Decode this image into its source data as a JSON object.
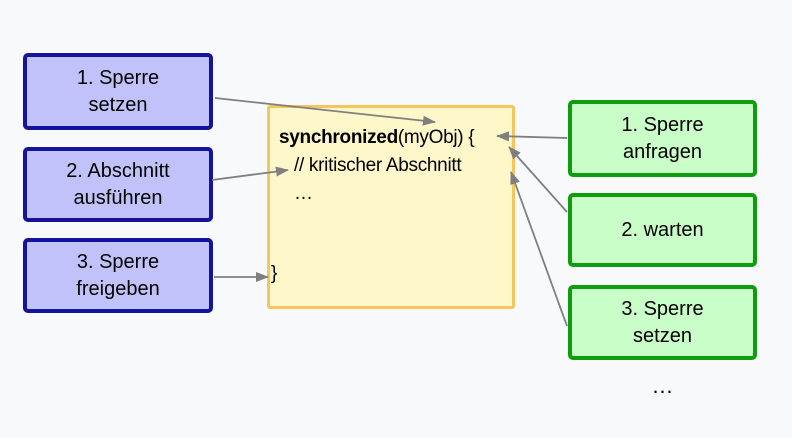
{
  "left_steps": [
    {
      "line1": "1. Sperre",
      "line2": "setzen"
    },
    {
      "line1": "2. Abschnitt",
      "line2": "ausführen"
    },
    {
      "line1": "3. Sperre",
      "line2": "freigeben"
    }
  ],
  "right_steps": [
    {
      "line1": "1. Sperre",
      "line2": "anfragen"
    },
    {
      "line1": "2. warten",
      "line2": ""
    },
    {
      "line1": "3. Sperre",
      "line2": "setzen"
    }
  ],
  "code_box": {
    "keyword": "synchronized",
    "after_keyword": "(myObj) {",
    "comment": "// kritischer Abschnitt",
    "ellipsis": "…",
    "closing_brace": "}"
  },
  "trailing_ellipsis": "…",
  "colors": {
    "background": "#f8f9fa",
    "purple_fill": "#c2c2fa",
    "purple_border": "#14149a",
    "green_fill": "#c9fec9",
    "green_border": "#0d9d0d",
    "yellow_fill": "#fef7c9",
    "yellow_border": "#f5c55f",
    "arrow": "#7f7f7f",
    "text": "#000000"
  }
}
